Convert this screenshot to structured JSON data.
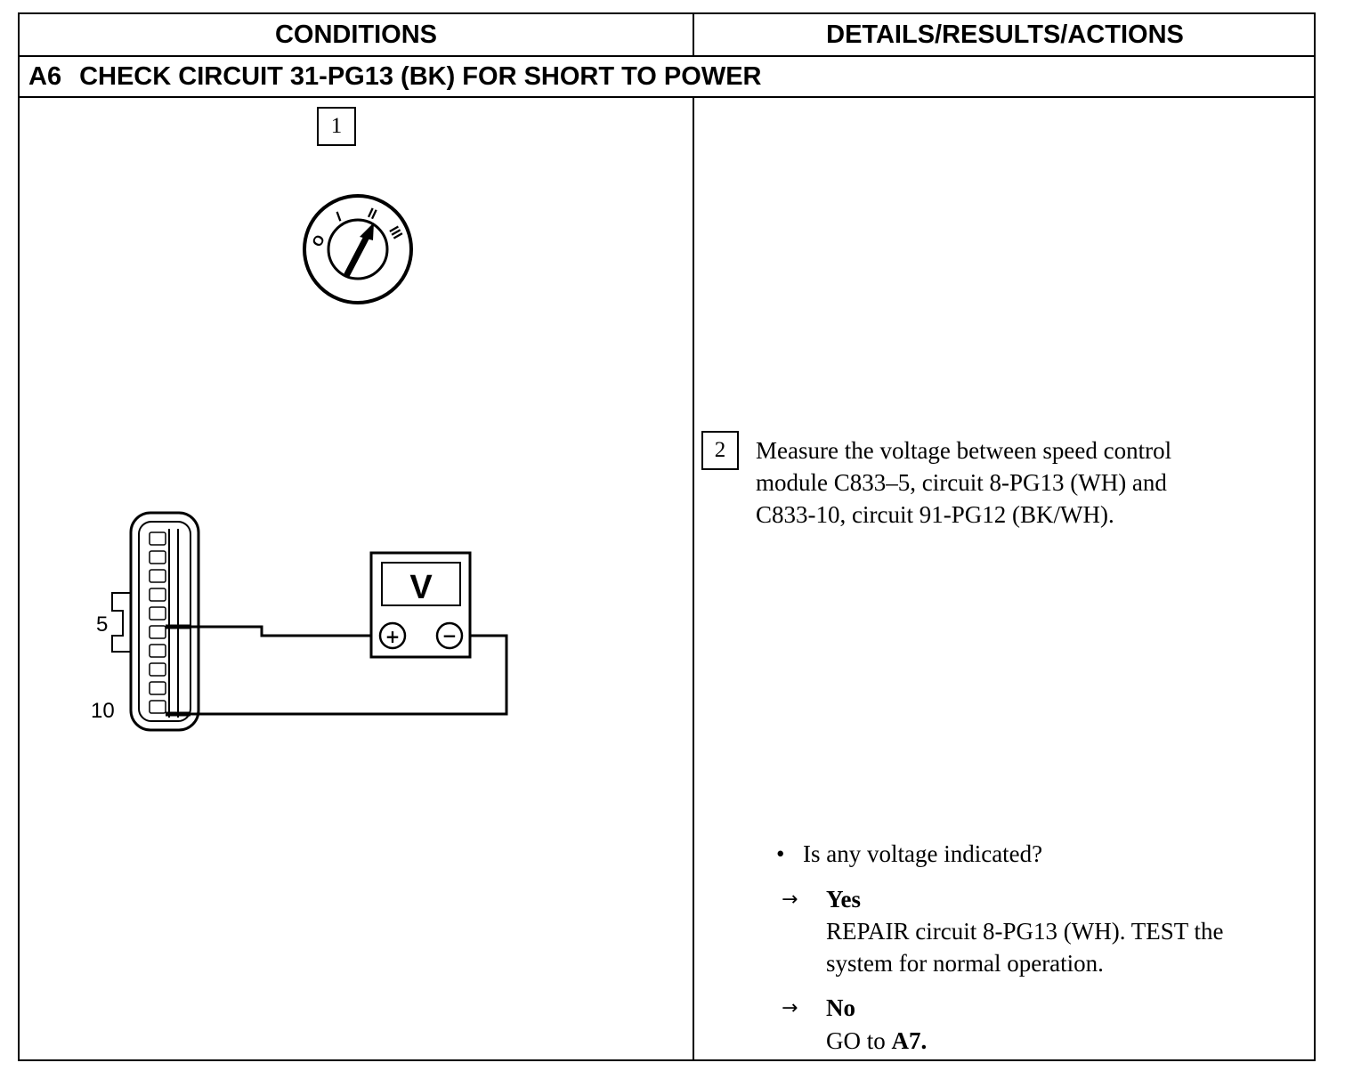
{
  "header": {
    "conditions": "CONDITIONS",
    "details": "DETAILS/RESULTS/ACTIONS"
  },
  "step": {
    "code": "A6",
    "title": "CHECK CIRCUIT 31-PG13 (BK) FOR SHORT TO POWER"
  },
  "conditions": {
    "step1_number": "1",
    "ignition_positions": [
      "O",
      "I",
      "II",
      "III"
    ],
    "meter_label": "V",
    "meter_plus": "+",
    "meter_minus": "−",
    "pin_5": "5",
    "pin_10": "10"
  },
  "details": {
    "step2_number": "2",
    "step2_lines": [
      "Measure the voltage between speed control",
      "module C833–5, circuit 8-PG13 (WH) and",
      "C833-10, circuit 91-PG12 (BK/WH)."
    ],
    "question": "Is any voltage indicated?",
    "bullet": "•",
    "arrow": "→",
    "yes_label": "Yes",
    "yes_lines": [
      "REPAIR circuit 8-PG13 (WH). TEST the",
      "system for normal operation."
    ],
    "no_label": "No",
    "no_prefix": "GO to ",
    "no_target": "A7."
  }
}
